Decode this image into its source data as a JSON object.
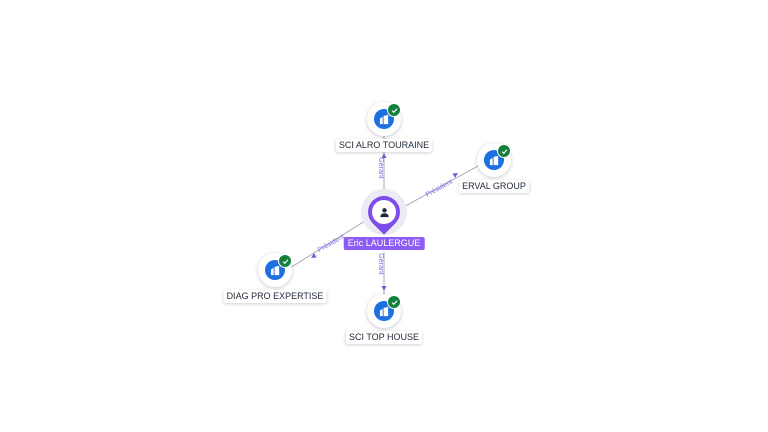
{
  "colors": {
    "company_icon": "#1e6fe0",
    "verified_badge": "#15803d",
    "person_pin": "#7c4dea",
    "person_label_bg": "#8b5cf6",
    "edge_label": "#7c6fe0",
    "edge_line": "#9ca3af"
  },
  "person": {
    "name": "Eric LAULERGUE",
    "icon": "person-icon"
  },
  "companies": [
    {
      "id": "sci-alro",
      "name": "SCI ALRO TOURAINE",
      "icon": "building-icon",
      "verified": true
    },
    {
      "id": "erval",
      "name": "ERVAL GROUP",
      "icon": "building-icon",
      "verified": true
    },
    {
      "id": "diag",
      "name": "DIAG PRO EXPERTISE",
      "icon": "building-icon",
      "verified": true
    },
    {
      "id": "top-house",
      "name": "SCI TOP HOUSE",
      "icon": "building-icon",
      "verified": true
    }
  ],
  "relations": [
    {
      "to": "sci-alro",
      "role": "Gérant"
    },
    {
      "to": "erval",
      "role": "Président"
    },
    {
      "to": "diag",
      "role": "Président"
    },
    {
      "to": "top-house",
      "role": "Gérant"
    }
  ]
}
